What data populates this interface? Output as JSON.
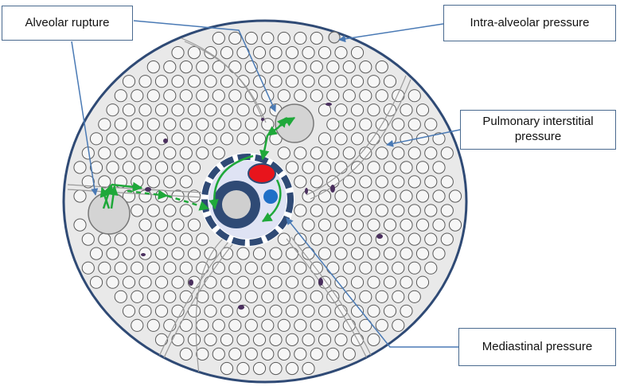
{
  "labels": {
    "alveolar_rupture": "Alveolar rupture",
    "intra_alveolar_pressure": "Intra-alveolar pressure",
    "pulmonary_interstitial_pressure": "Pulmonary interstitial pressure",
    "mediastinal_pressure": "Mediastinal pressure"
  },
  "colors": {
    "outline": "#2f4a75",
    "tissue": "#e9e9e9",
    "alveolus_stroke": "#5a5a5a",
    "leader_line": "#4a7ab5",
    "air_flow": "#1fa83a",
    "artery": "#e8141c",
    "vein": "#1f6fc7",
    "airway": "#2f4a75",
    "mediastinum": "#dfe3f4",
    "small_vessel": "#4a2f5e"
  }
}
